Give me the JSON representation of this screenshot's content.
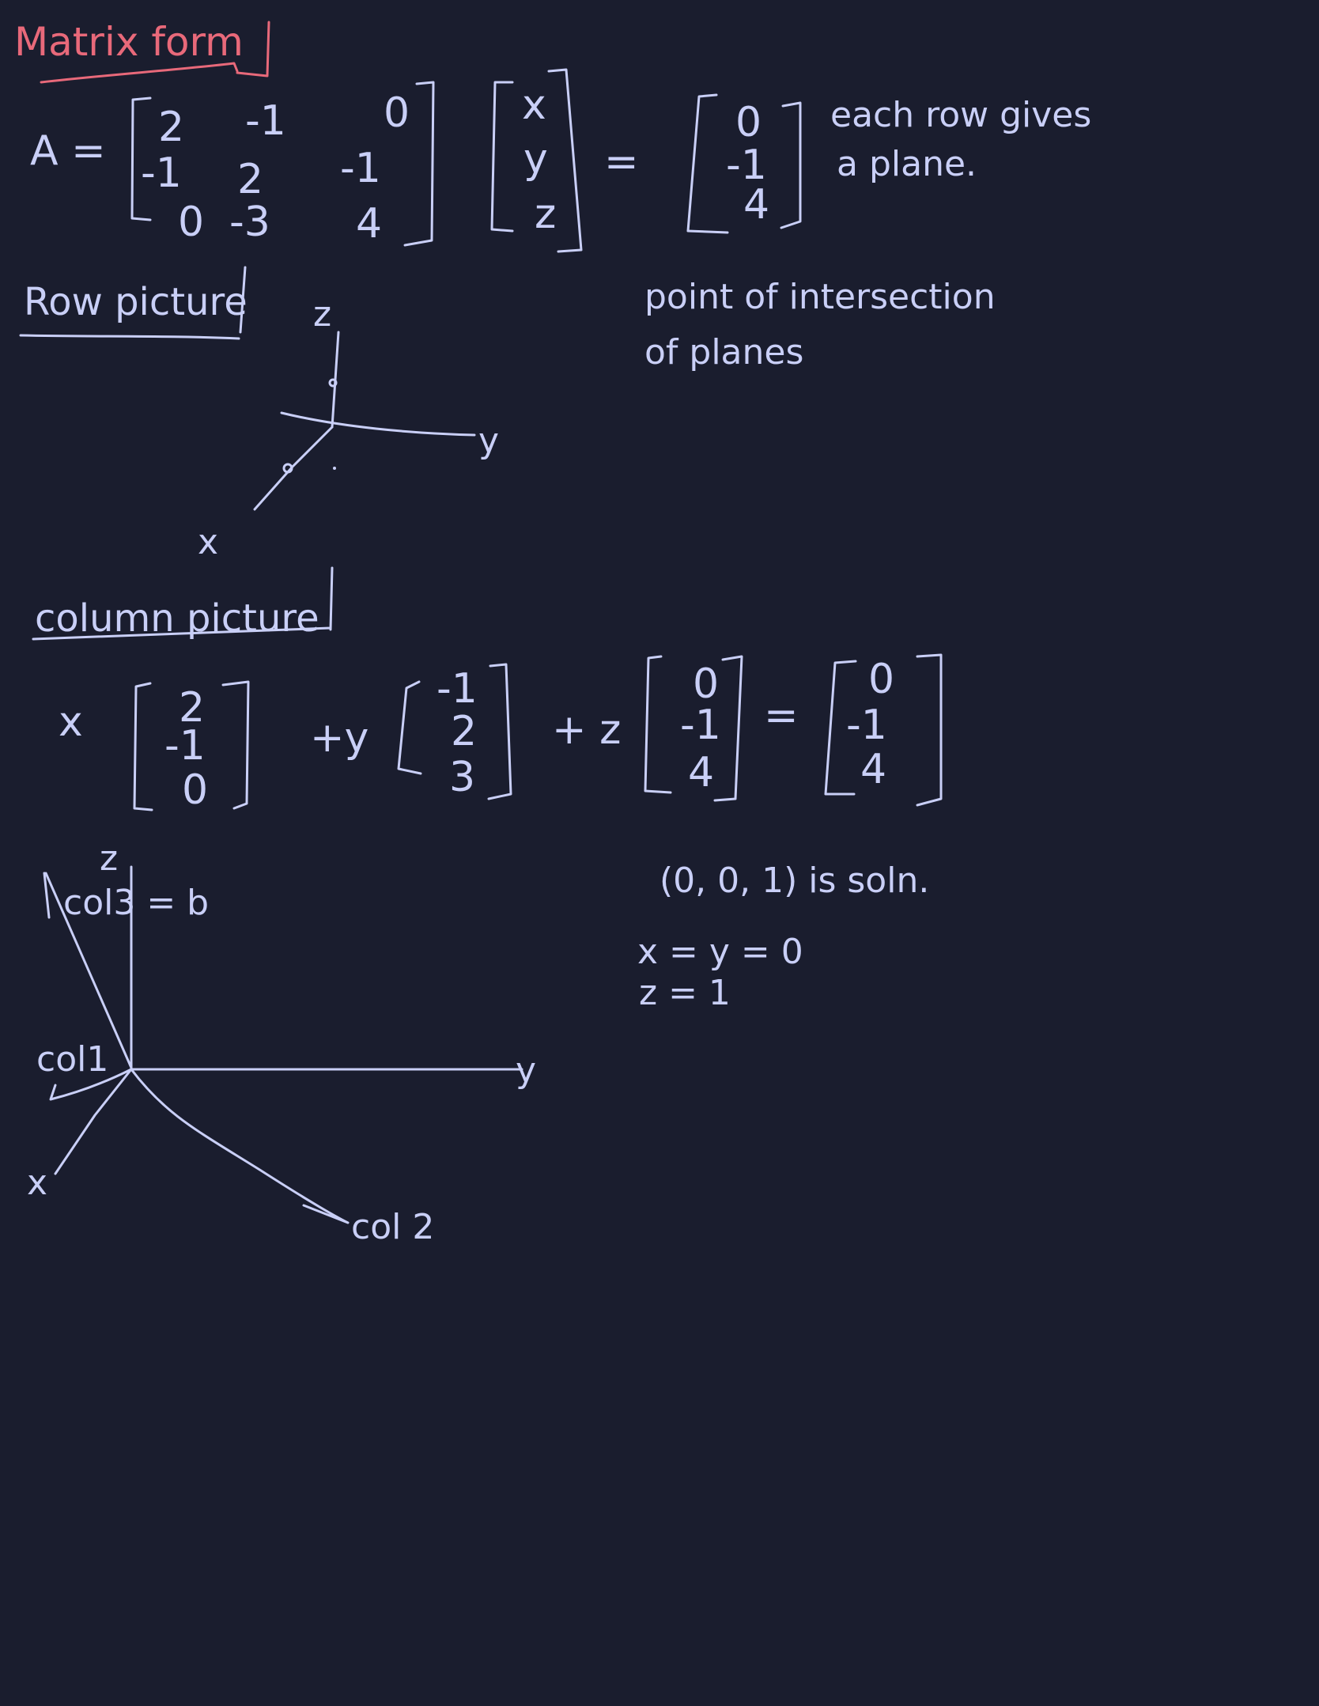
{
  "canvas": {
    "background": "#1a1d2e",
    "ink_color": "#c9cff7",
    "accent_color": "#e8697a"
  },
  "headings": {
    "matrix_form": "Matrix form",
    "row_picture": "Row picture",
    "column_picture": "column picture"
  },
  "matrix_eq": {
    "lhs": "A =",
    "matrix": [
      [
        "2",
        "-1",
        "0"
      ],
      [
        "-1",
        "2",
        "-1"
      ],
      [
        "0",
        "-3",
        "4"
      ]
    ],
    "vector": [
      "x",
      "y",
      "z"
    ],
    "equals": "=",
    "rhs": [
      "0",
      "-1",
      "4"
    ]
  },
  "notes": {
    "each_row": "each row gives",
    "a_plane": "a plane.",
    "point_of": "point of intersection",
    "of_planes": "of planes"
  },
  "row_axes": {
    "z": "z",
    "y": "y",
    "x": "x"
  },
  "column_eq": {
    "x": "x",
    "col1": [
      "2",
      "-1",
      "0"
    ],
    "plus_y": "+y",
    "col2": [
      "-1",
      "2",
      "3"
    ],
    "plus_z": "+ z",
    "col3": [
      "0",
      "-1",
      "4"
    ],
    "equals": "=",
    "rhs": [
      "0",
      "-1",
      "4"
    ]
  },
  "col_axes": {
    "z": "z",
    "y": "y",
    "x": "x",
    "col3_label": "col3 = b",
    "col1_label": "col1",
    "col2_label": "col 2"
  },
  "solution": {
    "line1": "(0, 0, 1) is soln.",
    "line2": "x = y = 0",
    "line3": "z = 1"
  }
}
